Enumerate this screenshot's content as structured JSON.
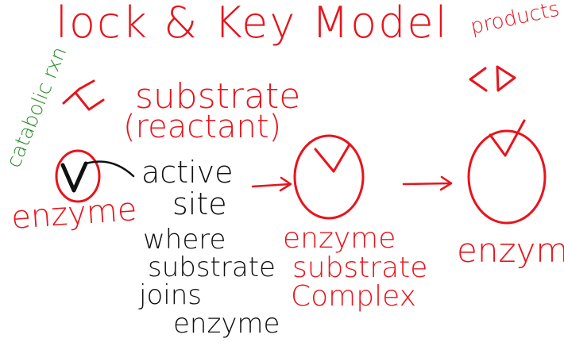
{
  "diagram": {
    "title": "lock & Key Model",
    "products_label": "products",
    "substrate_label": "substrate",
    "reactant_label": "(reactant)",
    "catabolic_label": "catabolic rxn",
    "active_site_label": [
      "active",
      "site"
    ],
    "where_label": [
      "where",
      "substrate",
      "joins",
      "enzyme"
    ],
    "enzyme_left_label": "enzyme",
    "complex_label": [
      "enzyme",
      "substrate",
      "Complex"
    ],
    "enzyme_right_label": "enzyme"
  },
  "colors": {
    "red_ink": "#e8141c",
    "black_ink": "#111111",
    "green_ink": "#1e8a1e"
  }
}
